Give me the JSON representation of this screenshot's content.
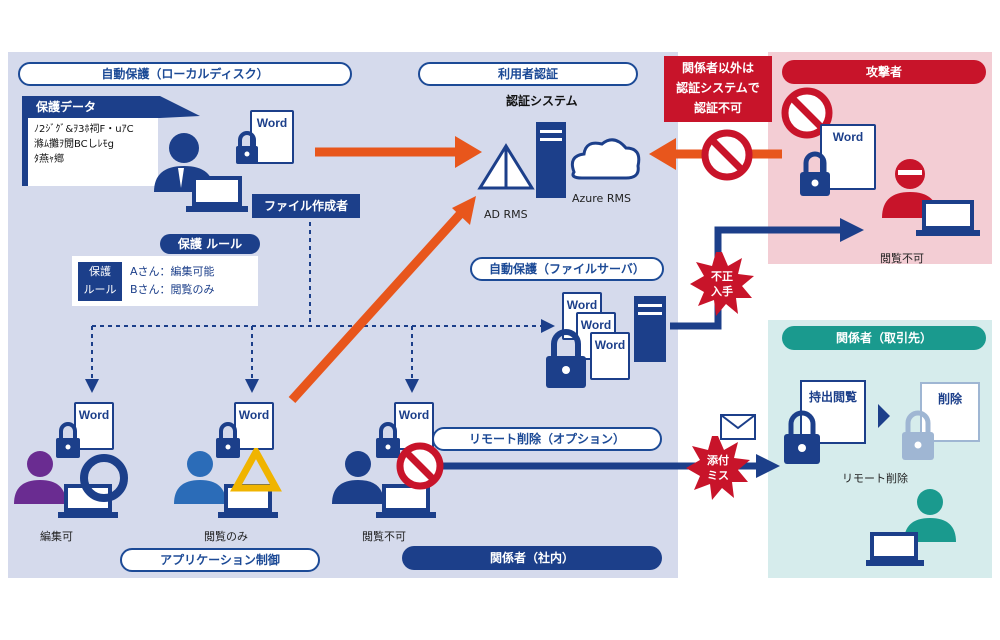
{
  "colors": {
    "navy": "#1c3f8a",
    "orange": "#e8561c",
    "red": "#c8142a",
    "teal": "#1a9a8e",
    "purple": "#6a2c91"
  },
  "sections": {
    "local_disk": "自動保護（ローカルディスク）",
    "user_auth": "利用者認証",
    "attacker": "攻撃者",
    "file_server": "自動保護（ファイルサーバ）",
    "partner": "関係者（取引先）",
    "remote_delete": "リモート削除（オプション）",
    "app_control": "アプリケーション制御",
    "internal": "関係者（社内）"
  },
  "protected_data": {
    "title": "保護データ",
    "garbled": [
      "ﾉ2ｼﾞｸﾞ&ｦ3ﾎ祠F・uｱC",
      "滌ﾑ攤ｦ閲BCしﾚﾓg",
      "ﾀ燕ｬ鄕"
    ]
  },
  "file_creator": "ファイル作成者",
  "protect_rules": {
    "title": "保護 ルール",
    "box_label": "保護ルール",
    "box_line1": "保護",
    "box_line2": "ルール",
    "rule_a": "Aさん：編集可能",
    "rule_b": "Bさん：閲覧のみ"
  },
  "auth_system": {
    "title": "認証システム",
    "ad_rms": "AD RMS",
    "azure_rms": "Azure RMS"
  },
  "denied_banner": {
    "line1": "関係者以外は",
    "line2": "認証システムで",
    "line3": "認証不可"
  },
  "word_label": "Word",
  "attacker_status": "閲覧不可",
  "illegal_badge": {
    "line1": "不正",
    "line2": "入手"
  },
  "misdelivery_badge": {
    "line1": "添付",
    "line2": "ミス"
  },
  "partner": {
    "export_view": "持出閲覧",
    "delete": "削除",
    "remote_delete_label": "リモート削除"
  },
  "users": {
    "editable": "編集可",
    "view_only": "閲覧のみ",
    "no_view": "閲覧不可"
  }
}
